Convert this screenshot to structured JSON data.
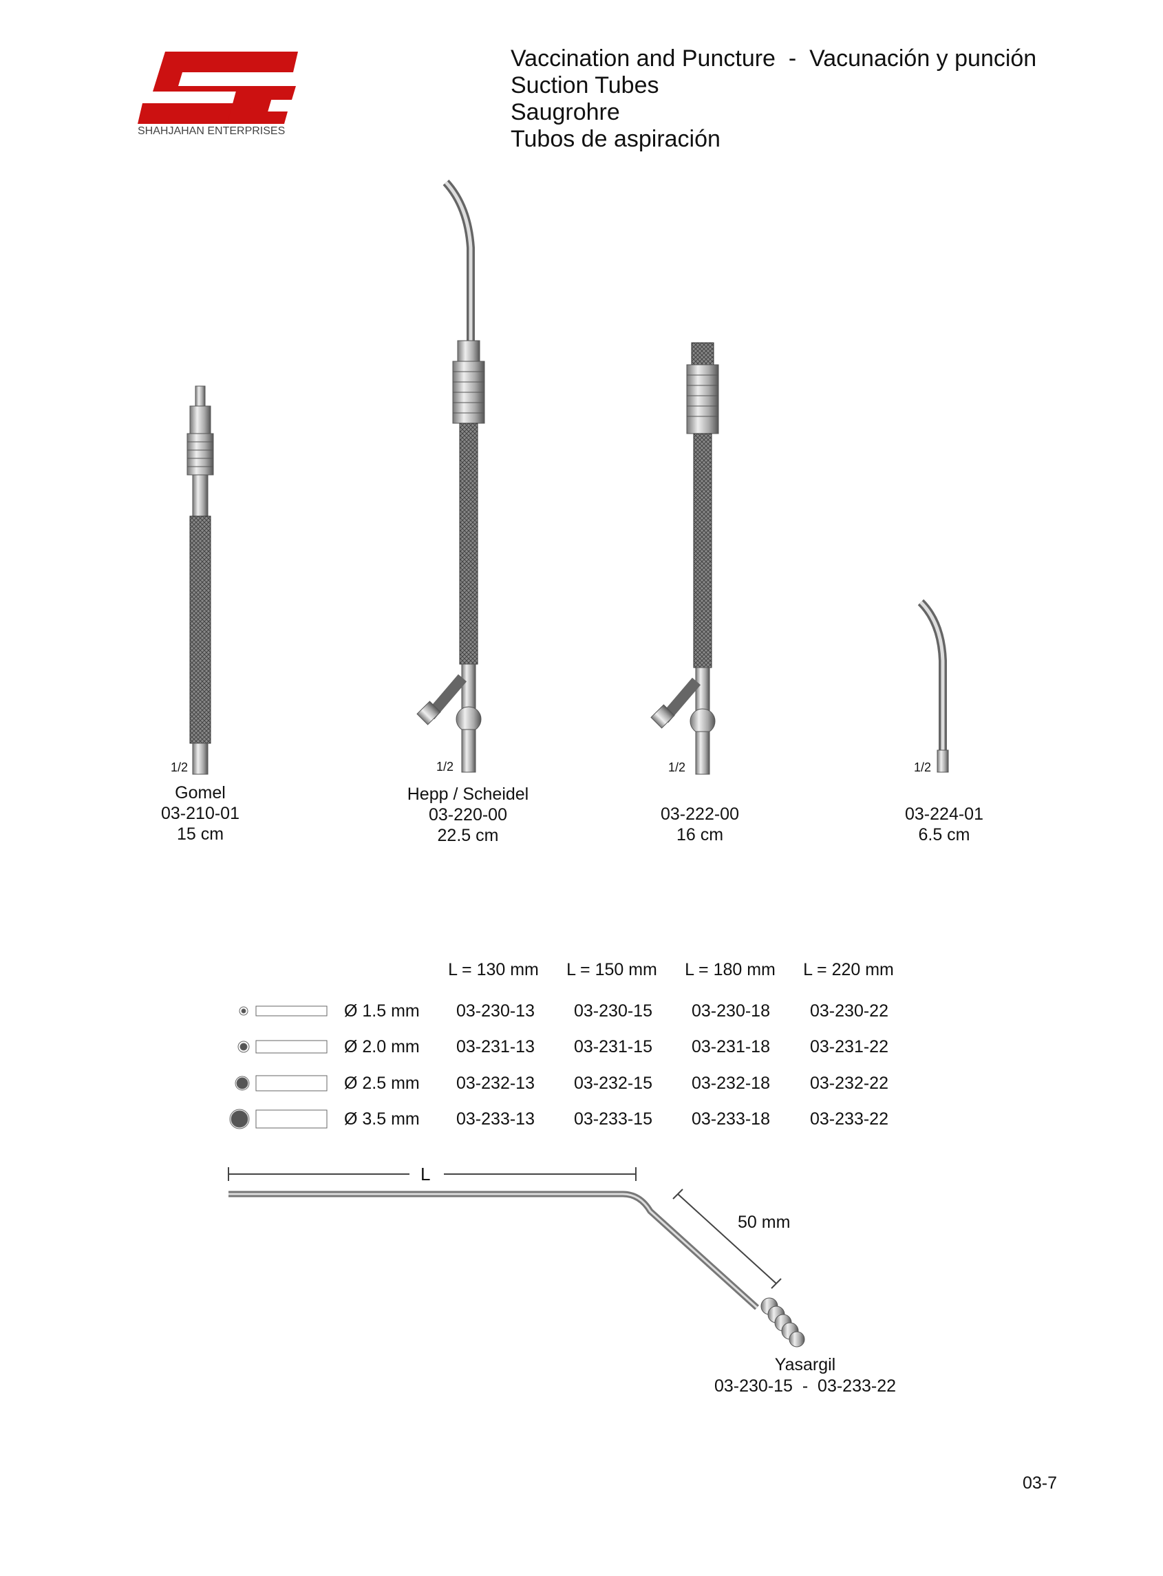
{
  "logo": {
    "brand_text": "SHAHJAHAN ENTERPRISES",
    "mark": "SE",
    "color": "#cc1111"
  },
  "header": {
    "line1": "Vaccination and Puncture  -  Vacunación y punción",
    "line2": "Suction Tubes",
    "line3": "Saugrohre",
    "line4": "Tubos de aspiración"
  },
  "products": [
    {
      "scale": "1/2",
      "name": "Gomel",
      "code": "03-210-01",
      "length": "15 cm"
    },
    {
      "scale": "1/2",
      "name": "Hepp / Scheidel",
      "code": "03-220-00",
      "length": "22.5 cm"
    },
    {
      "scale": "1/2",
      "name": "",
      "code": "03-222-00",
      "length": "16 cm"
    },
    {
      "scale": "1/2",
      "name": "",
      "code": "03-224-01",
      "length": "6.5 cm"
    }
  ],
  "table": {
    "columns": [
      "L = 130 mm",
      "L = 150 mm",
      "L = 180 mm",
      "L = 220 mm"
    ],
    "rows": [
      {
        "diameter": "Ø 1.5 mm",
        "codes": [
          "03-230-13",
          "03-230-15",
          "03-230-18",
          "03-230-22"
        ]
      },
      {
        "diameter": "Ø 2.0 mm",
        "codes": [
          "03-231-13",
          "03-231-15",
          "03-231-18",
          "03-231-22"
        ]
      },
      {
        "diameter": "Ø 2.5 mm",
        "codes": [
          "03-232-13",
          "03-232-15",
          "03-232-18",
          "03-232-22"
        ]
      },
      {
        "diameter": "Ø 3.5 mm",
        "codes": [
          "03-233-13",
          "03-233-15",
          "03-233-18",
          "03-233-22"
        ]
      }
    ]
  },
  "yasargil": {
    "length_label": "L",
    "tip_label": "50 mm",
    "name": "Yasargil",
    "codes": "03-230-15  -  03-233-22"
  },
  "page_number": "03-7"
}
